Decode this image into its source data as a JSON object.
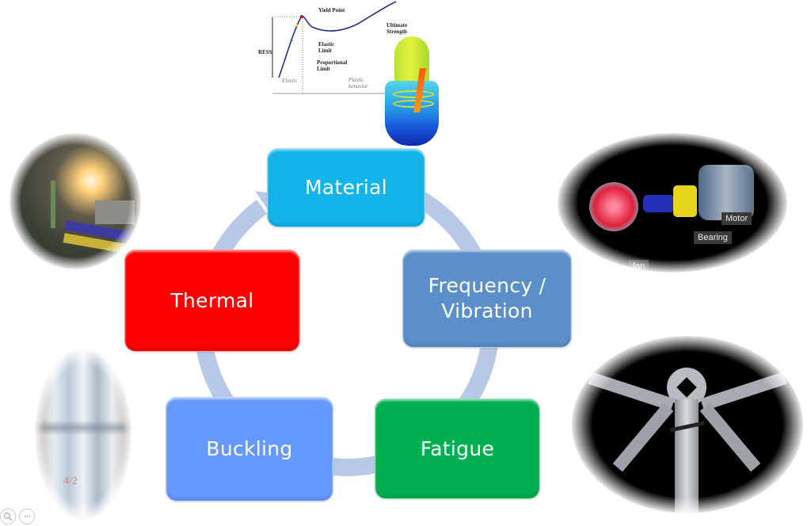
{
  "cycle": {
    "arrow_color": "#b7c9e6",
    "nodes": [
      {
        "id": "material",
        "label_lines": [
          "Material"
        ],
        "color": "#14b4ea"
      },
      {
        "id": "frequency",
        "label_lines": [
          "Frequency /",
          "Vibration"
        ],
        "color": "#5b8fc9"
      },
      {
        "id": "fatigue",
        "label_lines": [
          "Fatigue"
        ],
        "color": "#00b050"
      },
      {
        "id": "buckling",
        "label_lines": [
          "Buckling"
        ],
        "color": "#6699ff"
      },
      {
        "id": "thermal",
        "label_lines": [
          "Thermal"
        ],
        "color": "#ff0000"
      }
    ]
  },
  "images": {
    "stress_strain": {
      "labels": {
        "yield_point": "Yield Point",
        "elastic_limit": [
          "Elastic",
          "Limit"
        ],
        "proportional_limit": [
          "Proportional",
          "Limit"
        ],
        "ultimate_strength": [
          "Ultimate",
          "Strength"
        ],
        "stress_axis": "RESS",
        "elastic_behavior": "Elastic",
        "plastic_behavior": [
          "Plastic",
          "behavior"
        ]
      }
    },
    "pump_motor": {
      "labels": {
        "motor": "Motor",
        "bearing": "Bearing",
        "fan": "fan"
      }
    },
    "buckling_photo": {
      "handwriting": "4/2"
    }
  },
  "controls": {
    "zoom_icon": "magnifier-icon",
    "more_icon": "ellipsis-icon",
    "more_glyph": "•••"
  }
}
